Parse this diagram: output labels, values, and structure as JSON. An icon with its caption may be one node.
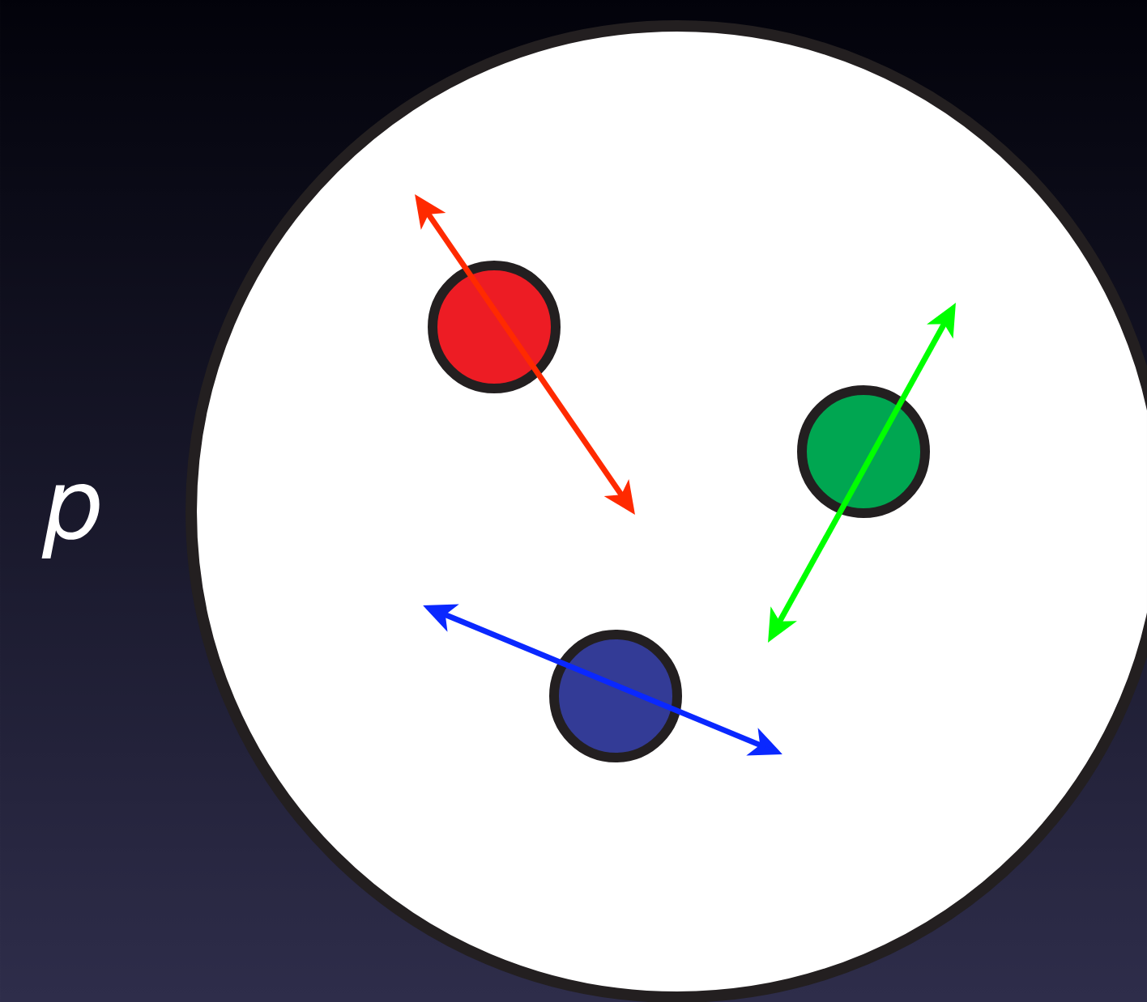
{
  "diagram": {
    "nodes": [
      {
        "text": [],
        "shape": "circle"
      },
      {
        "text": [],
        "shape": "circle",
        "in": 0
      },
      {
        "text": [],
        "shape": "circle",
        "in": 0
      },
      {
        "text": [],
        "shape": "circle",
        "in": 0
      }
    ],
    "labels": [
      "p"
    ]
  }
}
